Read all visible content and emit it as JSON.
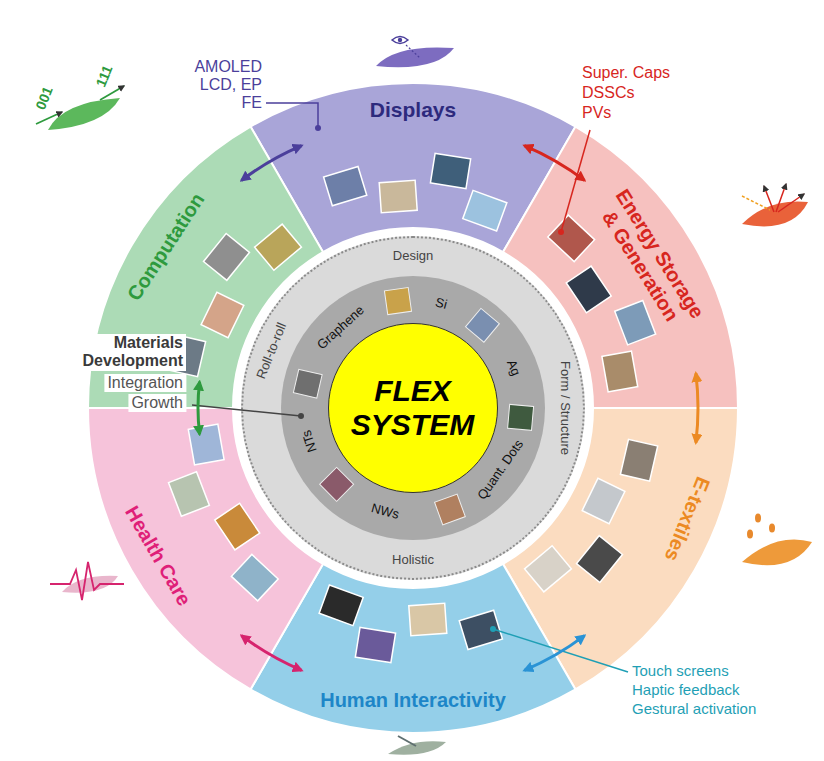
{
  "diagram": {
    "nodes": [
      {
        "text": [
          "Displays"
        ]
      },
      {
        "text": [
          "Energy Storage & Generation"
        ]
      },
      {
        "text": [
          "E-textiles"
        ]
      },
      {
        "text": [
          "Human Interactivity"
        ]
      },
      {
        "text": [
          "Health Care"
        ]
      },
      {
        "text": [
          "Computation"
        ]
      },
      {
        "text": [
          "Design",
          "Form / Structure",
          "Holistic",
          "Roll-to-roll"
        ]
      },
      {
        "text": [
          "Graphene",
          "Si",
          "Ag",
          "Quant. Dots",
          "NWs",
          "NTs"
        ],
        "in": 6
      },
      {
        "text": [
          "FLEX SYSTEM"
        ],
        "in": 7
      }
    ],
    "edges": [
      {
        "from": 0,
        "to": 1,
        "arrow": "both"
      },
      {
        "from": 1,
        "to": 2,
        "arrow": "both"
      },
      {
        "from": 2,
        "to": 3,
        "arrow": "both"
      },
      {
        "from": 3,
        "to": 4,
        "arrow": "both"
      },
      {
        "from": 4,
        "to": 5,
        "arrow": "both"
      },
      {
        "from": 5,
        "to": 0,
        "arrow": "both"
      }
    ],
    "labels": [
      "AMOLED",
      "LCD, EP",
      "FE",
      "Super. Caps",
      "DSSCs",
      "PVs",
      "Touch screens",
      "Haptic feedback",
      "Gestural activation",
      "Materials Development",
      "Integration",
      "Growth",
      "001",
      "111"
    ]
  }
}
